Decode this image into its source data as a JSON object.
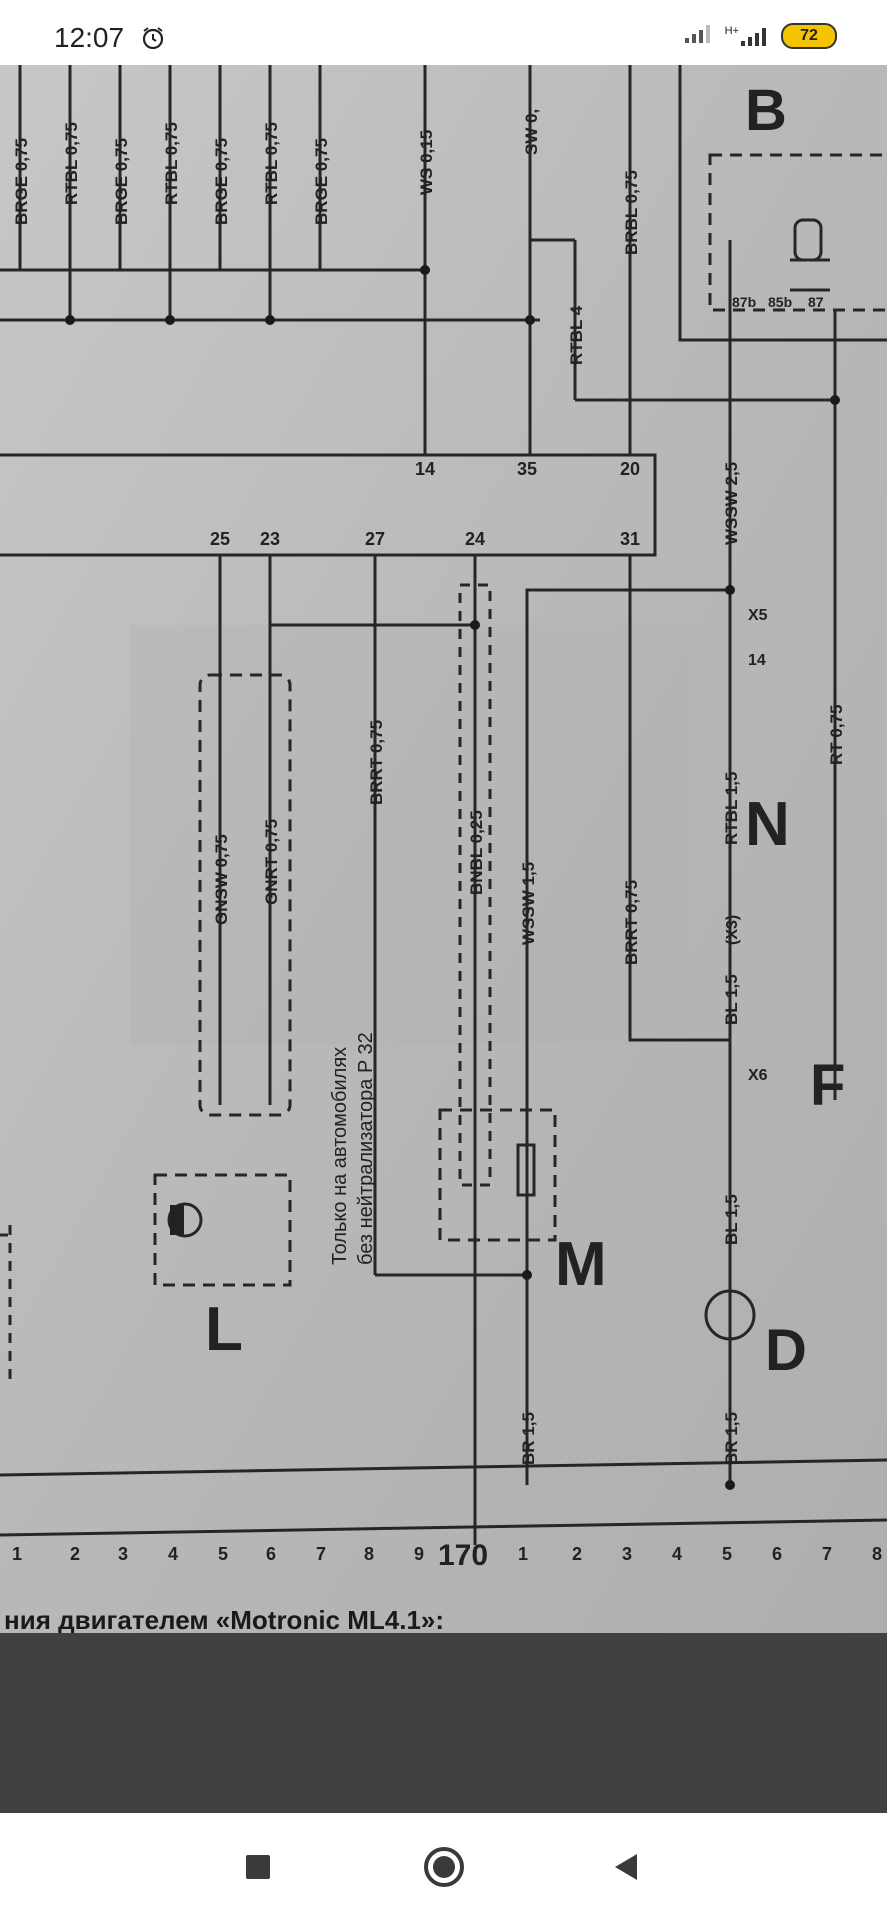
{
  "status_bar": {
    "time": "12:07",
    "network": "H+",
    "battery": "72"
  },
  "diagram": {
    "caption": "ния двигателем «Motronic ML4.1»:",
    "blocks": [
      "B",
      "N",
      "F",
      "L",
      "M",
      "D"
    ],
    "wire_labels": [
      "BRGE 0,75",
      "RTBL 0,75",
      "BRGE 0,75",
      "RTBL 0,75",
      "BRGE 0,75",
      "RTBL 0,75",
      "BRGE 0,75",
      "WS 0,15",
      "SW 0,",
      "BRBL 0,75",
      "RTBL 4",
      "WSSW 2,5",
      "RT 0,75",
      "RTBL 1,5",
      "BL 1,5",
      "BL 1,5",
      "BR 1,5",
      "GNSW 0,75",
      "GNRT 0,75",
      "BRRT 0,75",
      "BNBL 0,25",
      "WSSW 1,5",
      "BRRT 0,75",
      "BR 1,5"
    ],
    "pins_upper": [
      "14",
      "35",
      "20"
    ],
    "pins_lower": [
      "25",
      "23",
      "27",
      "24",
      "31"
    ],
    "relay_pins": [
      "87b",
      "85b",
      "87"
    ],
    "connectors": [
      "X5",
      "14",
      "X6",
      "(X3)"
    ],
    "note_line1": "Только на автомобилях",
    "note_line2": "без нейтрализатора P 32",
    "ruler": [
      "1",
      "2",
      "3",
      "4",
      "5",
      "6",
      "7",
      "8",
      "9",
      "170",
      "1",
      "2",
      "3",
      "4",
      "5",
      "6",
      "7",
      "8"
    ]
  },
  "nav": {
    "recents_label": "recents",
    "home_label": "home",
    "back_label": "back"
  }
}
